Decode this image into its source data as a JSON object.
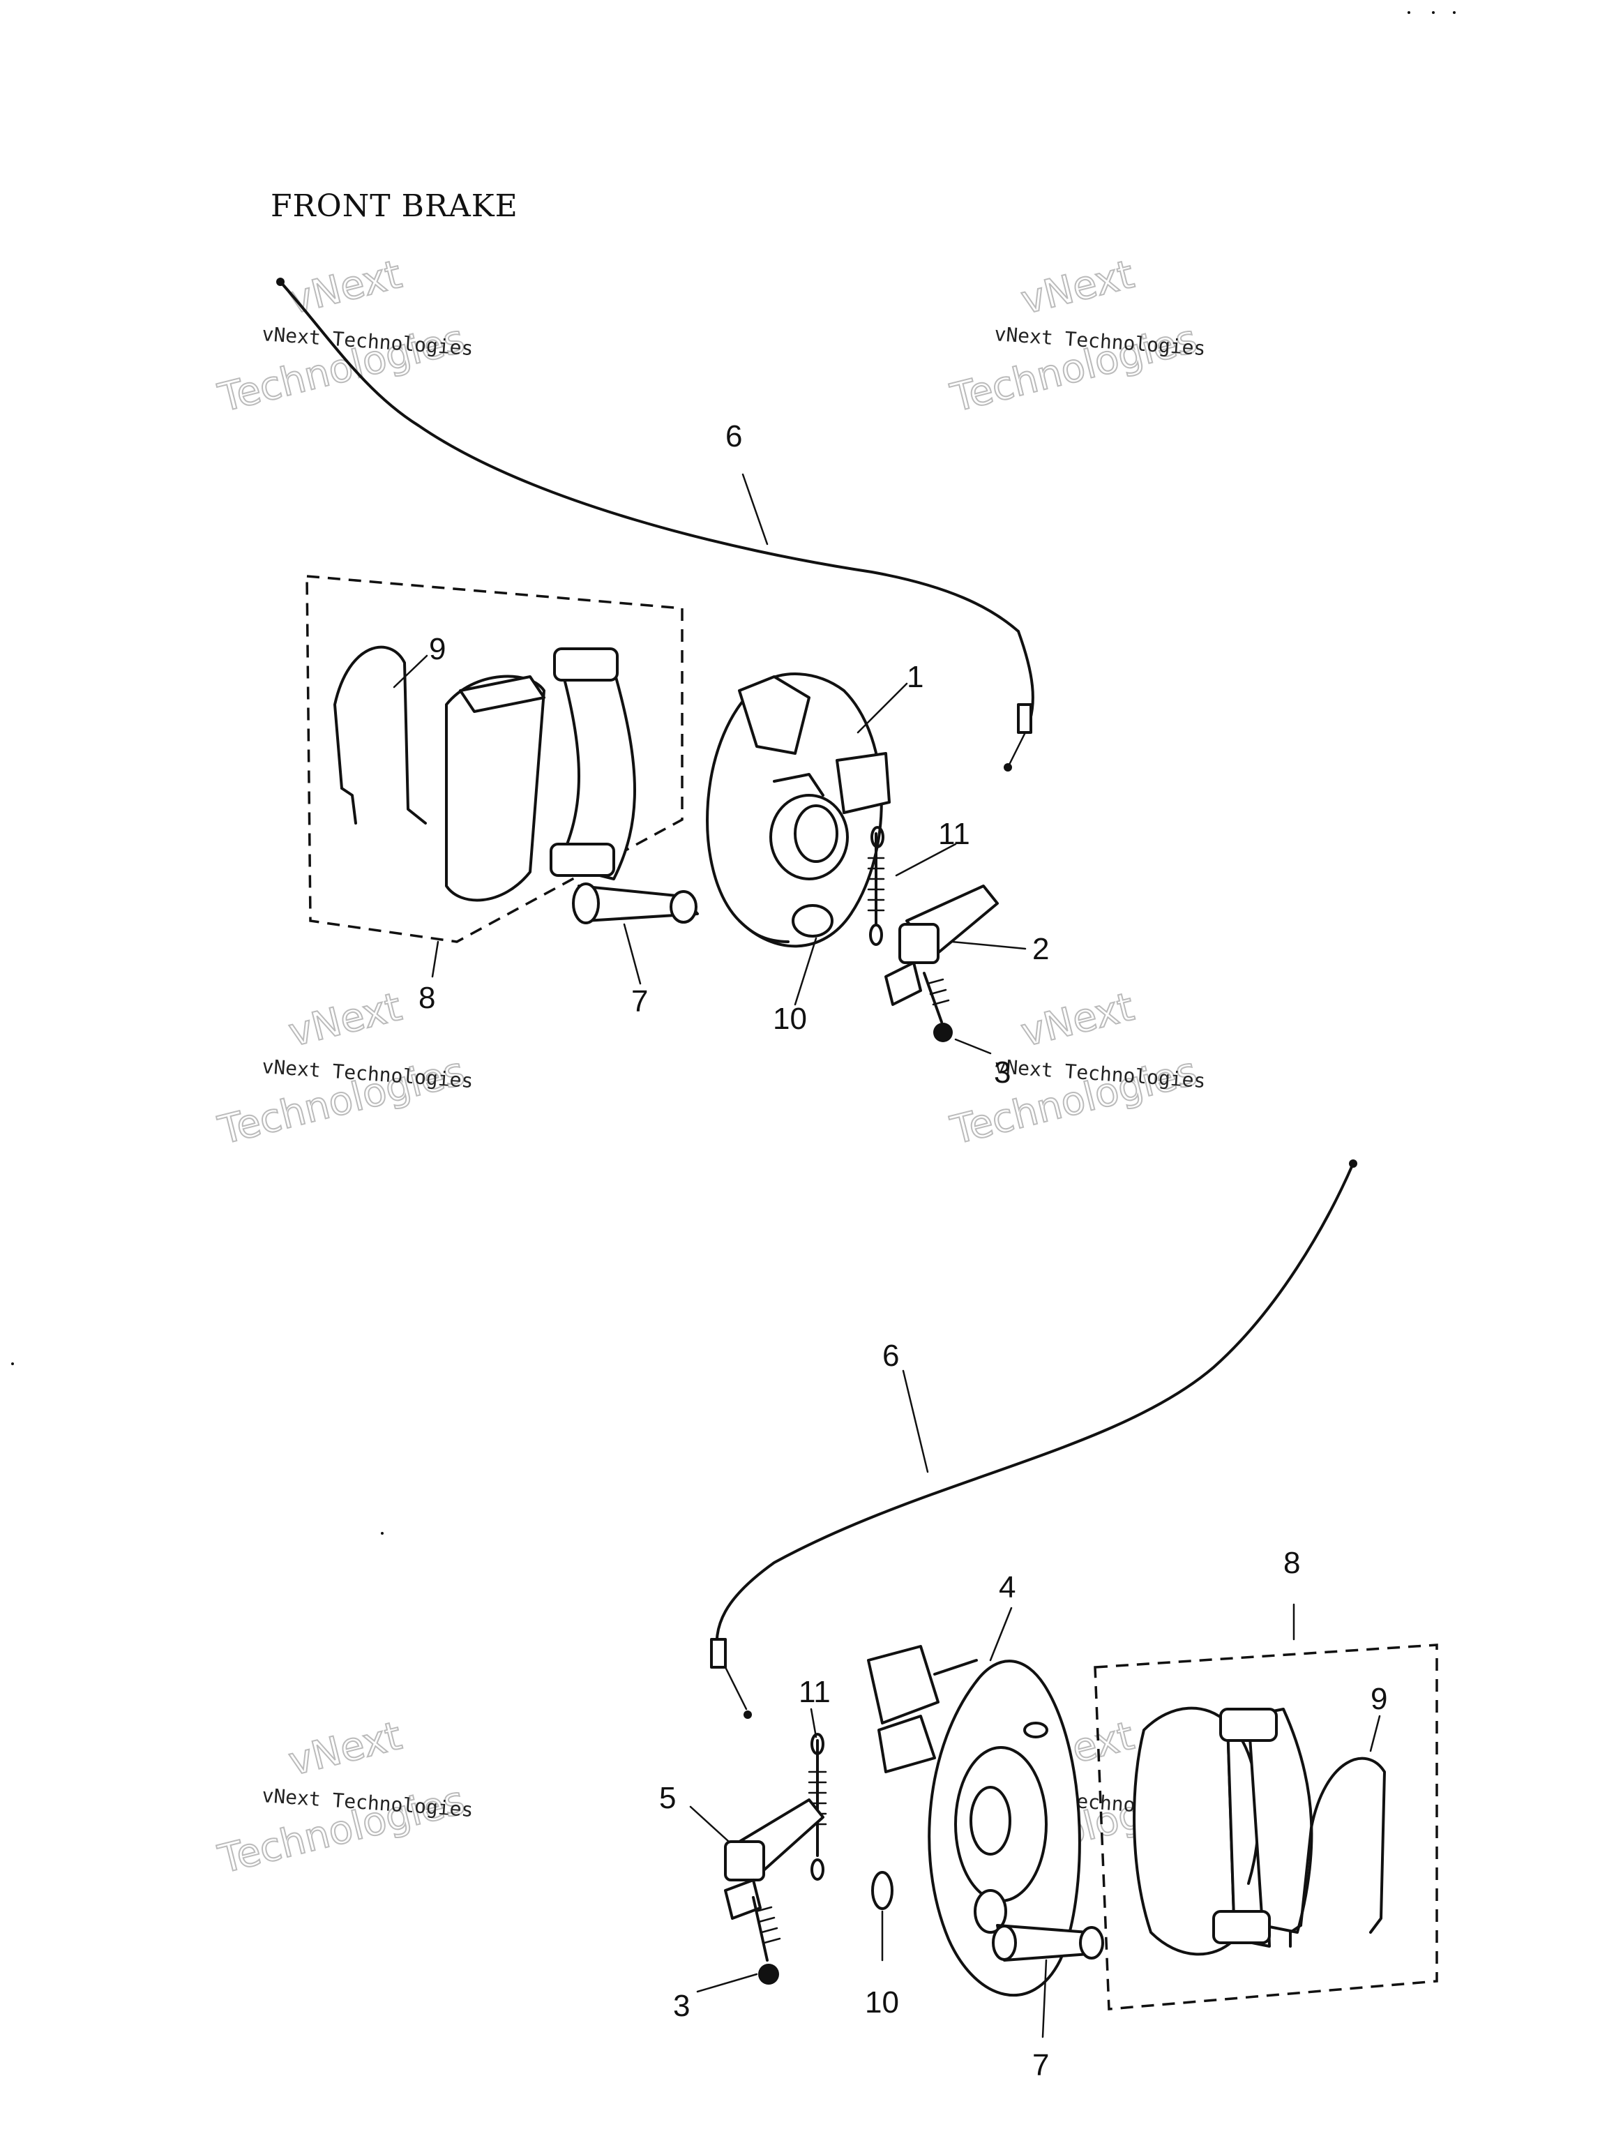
{
  "title": "FRONT BRAKE",
  "watermark": {
    "line1": "vNext Technologies",
    "line2": "vNext",
    "line3": "Technologies"
  },
  "upper_assembly": {
    "callouts": [
      "6",
      "9",
      "1",
      "11",
      "2",
      "8",
      "7",
      "10",
      "3"
    ]
  },
  "lower_assembly": {
    "callouts": [
      "6",
      "4",
      "8",
      "9",
      "11",
      "5",
      "3",
      "10",
      "7"
    ]
  }
}
